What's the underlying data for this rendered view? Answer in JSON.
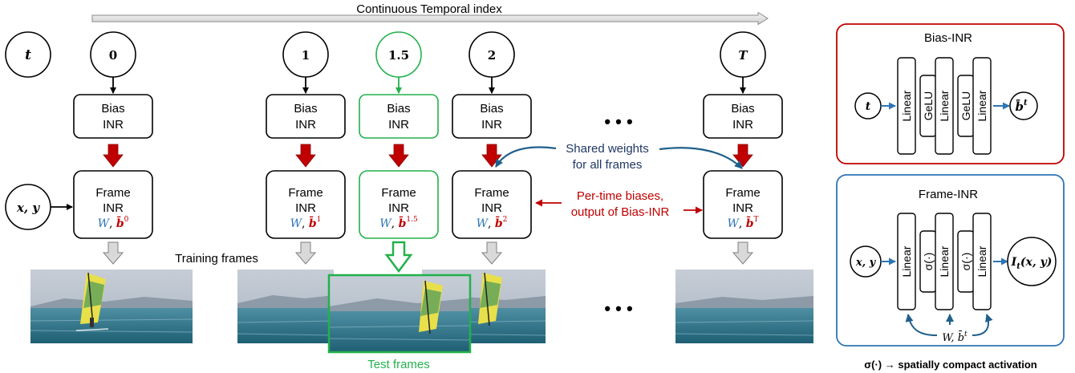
{
  "header": {
    "temporal_axis_label": "Continuous Temporal index"
  },
  "time_input": {
    "label": "t"
  },
  "coord_input": {
    "label": "x, y"
  },
  "time_nodes": [
    {
      "label": "0",
      "highlight": false
    },
    {
      "label": "1",
      "highlight": false
    },
    {
      "label": "1.5",
      "highlight": true
    },
    {
      "label": "2",
      "highlight": false
    },
    {
      "label": "T",
      "highlight": false
    }
  ],
  "bias_inr": {
    "line1": "Bias",
    "line2": "INR"
  },
  "frame_inr": {
    "line1": "Frame",
    "line2": "INR",
    "weight": "W",
    "bias_symbol": "b̄"
  },
  "bias_superscripts": [
    "0",
    "1",
    "1.5",
    "2",
    "T"
  ],
  "ellipsis": "• • •",
  "annotations": {
    "shared_line1": "Shared weights",
    "shared_line2": "for all frames",
    "pertime_line1": "Per-time biases,",
    "pertime_line2": "output of Bias-INR",
    "training_frames": "Training frames",
    "test_frames": "Test frames"
  },
  "bias_panel": {
    "title": "Bias-INR",
    "input": "t",
    "layers": [
      "Linear",
      "GeLU",
      "Linear",
      "GeLU",
      "Linear"
    ],
    "output": "b̄",
    "output_sup": "t"
  },
  "frame_panel": {
    "title": "Frame-INR",
    "input": "x, y",
    "layers": [
      "Linear",
      "σ(·)",
      "Linear",
      "σ(·)",
      "Linear"
    ],
    "output": "I",
    "output_sub": "t",
    "output_args": "(x, y)",
    "params_label": "W, b̄",
    "params_sup": "t"
  },
  "footer": {
    "caption": "σ(·) → spatially compact activation"
  },
  "colors": {
    "accent_blue": "#2e75b6",
    "accent_green": "#22b14c",
    "accent_red": "#c00000",
    "dark_blue": "#1f3864",
    "bias_panel_border": "#c00000",
    "frame_panel_border": "#2e75b6"
  }
}
